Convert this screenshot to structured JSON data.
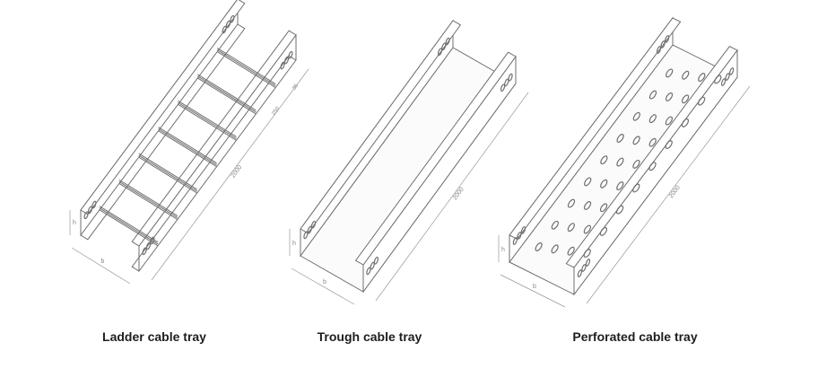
{
  "trays": [
    {
      "caption": "Ladder cable tray",
      "type": "ladder",
      "length_label": "2000",
      "width_label": "b",
      "height_label": "h",
      "rung_pitch_label": "250",
      "rung_width_label": "35",
      "rungs": 7
    },
    {
      "caption": "Trough cable tray",
      "type": "trough",
      "length_label": "2000",
      "width_label": "b",
      "height_label": "h"
    },
    {
      "caption": "Perforated cable tray",
      "type": "perforated",
      "length_label": "2000",
      "width_label": "b",
      "height_label": "h"
    }
  ],
  "colors": {
    "line": "#6f6f6f",
    "text": "#1e1e1e"
  }
}
